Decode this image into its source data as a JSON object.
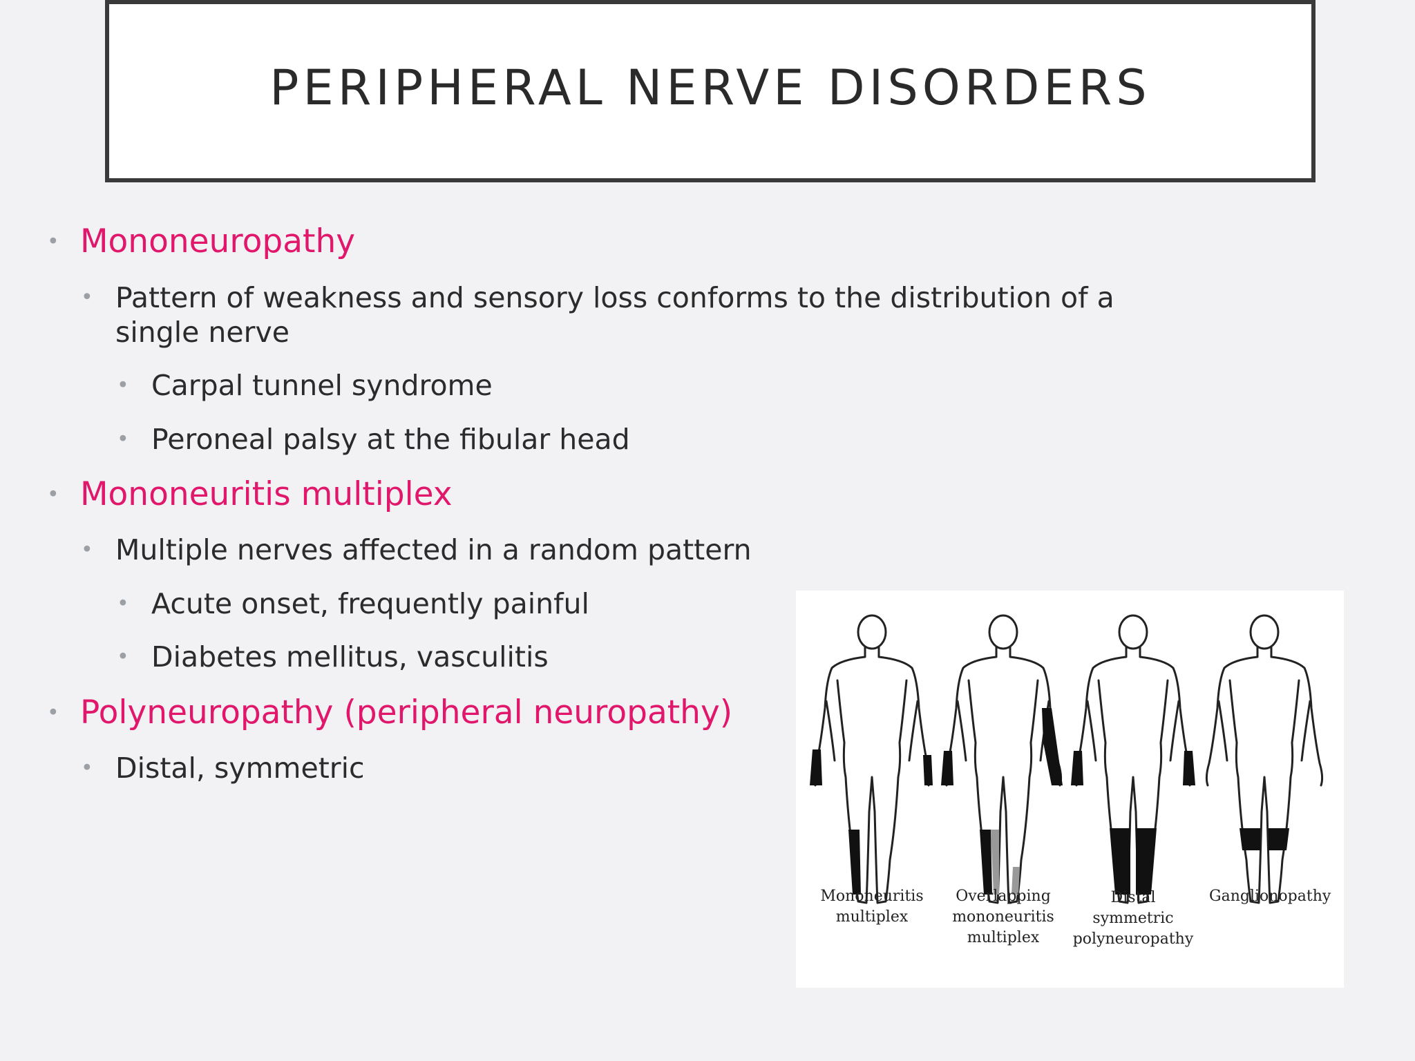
{
  "slide": {
    "title": "PERIPHERAL NERVE DISORDERS"
  },
  "bullets": {
    "mononeuropathy": {
      "heading": "Mononeuropathy",
      "desc": "Pattern of weakness and sensory loss conforms to the distribution of a single nerve",
      "examples": [
        "Carpal tunnel syndrome",
        "Peroneal palsy at the fibular head"
      ]
    },
    "mononeuritis": {
      "heading": "Mononeuritis multiplex",
      "desc": "Multiple nerves affected in a random pattern",
      "examples": [
        "Acute onset, frequently painful",
        "Diabetes mellitus, vasculitis"
      ]
    },
    "polyneuropathy": {
      "heading": "Polyneuropathy (peripheral neuropathy)",
      "desc": "Distal, symmetric"
    }
  },
  "figure": {
    "labels": [
      "Mononeuritis multiplex",
      "Overlapping mononeuritis multiplex",
      "Distal symmetric polyneuropathy",
      "Ganglionopathy"
    ]
  },
  "colors": {
    "accent": "#e0176b",
    "text": "#2b2b2b",
    "bullet": "#9aa0a6",
    "background": "#f2f1f3"
  }
}
